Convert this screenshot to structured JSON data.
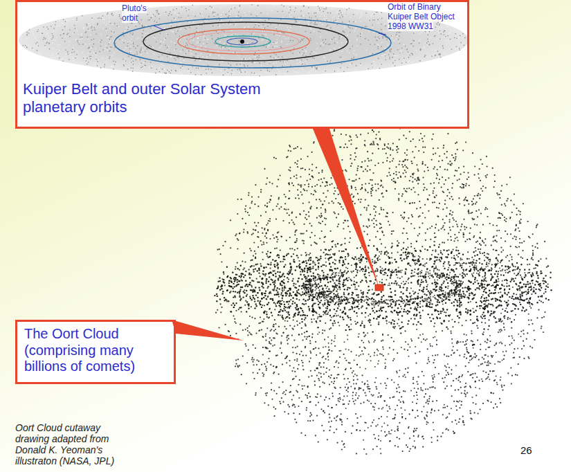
{
  "diagram": {
    "caption": "Oort Cloud cutaway drawing adapted from Donald K. Yeoman's illustraton (NASA, JPL)",
    "nodes": [
      {
        "text": [
          "Kuiper Belt and outer Solar System planetary orbits"
        ]
      },
      {
        "text": [
          "The Oort Cloud (comprising many billions of comets)"
        ]
      }
    ],
    "labels": [
      "Pluto's orbit",
      "Orbit of Binary Kuiper Belt Object 1998 WW31",
      "26"
    ]
  }
}
